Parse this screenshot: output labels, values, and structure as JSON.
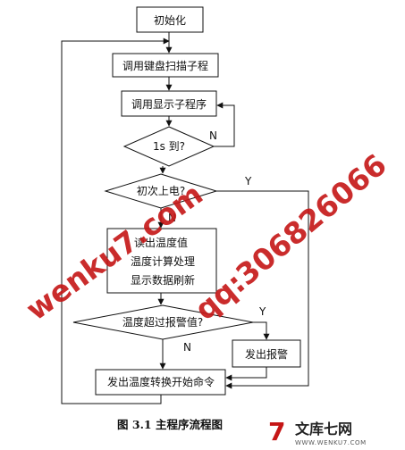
{
  "nodes": {
    "init": "初始化",
    "keyboard": "调用键盘扫描子程",
    "display": "调用显示子程序",
    "one_sec": "1s 到?",
    "first_power": "初次上电?",
    "read_temp": "读出温度值",
    "calc": "温度计算处理",
    "refresh": "显示数据刷新",
    "over_limit": "温度超过报警值?",
    "alarm": "发出报警",
    "convert": "发出温度转换开始命令"
  },
  "labels": {
    "n_one_sec": "N",
    "y_first": "Y",
    "n_first": "N",
    "y_over": "Y",
    "n_over": "N"
  },
  "caption": "图 3.1 主程序流程图",
  "watermarks": {
    "site": "wenku7.com",
    "qq": "qq:306826066"
  },
  "logo": {
    "mark": "7",
    "name": "文库七网",
    "url": "WWW.WENKU7.COM"
  }
}
